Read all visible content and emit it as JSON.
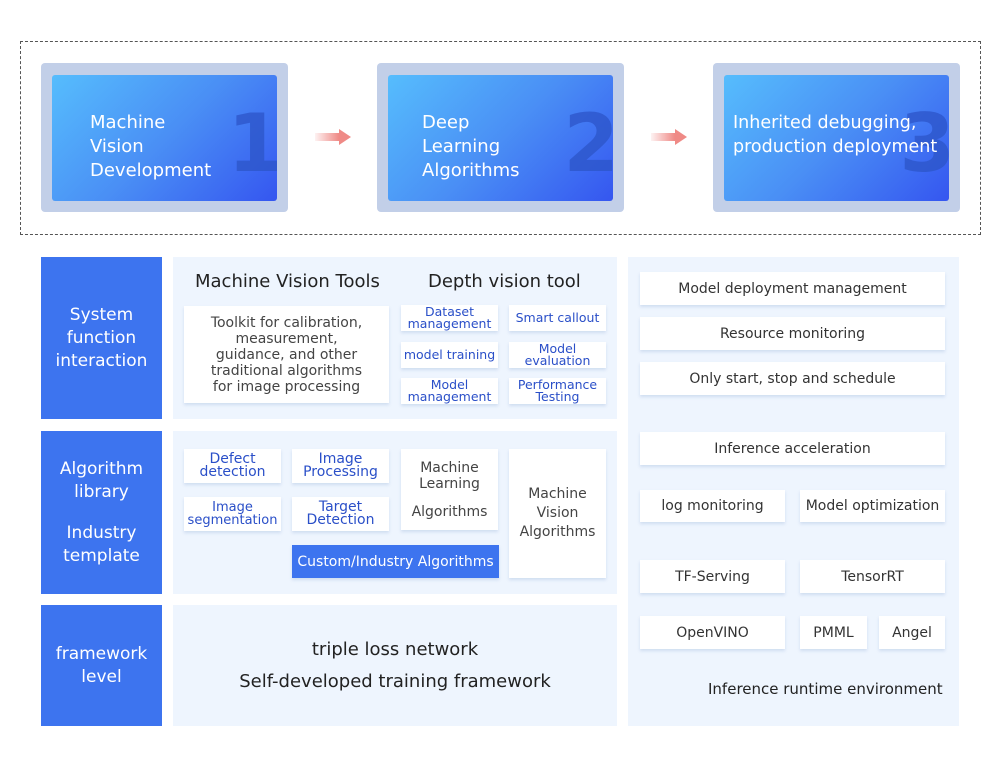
{
  "steps": [
    {
      "num": "1",
      "title": "Machine Vision Development"
    },
    {
      "num": "2",
      "title": "Deep Learning Algorithms"
    },
    {
      "num": "3",
      "title": "Inherited debugging, production deployment"
    }
  ],
  "layers": {
    "system": "System function interaction",
    "algorithm": "Algorithm library",
    "industry": "Industry template",
    "framework": "framework level"
  },
  "system_panel": {
    "mv_title": "Machine Vision Tools",
    "mv_desc": "Toolkit for calibration, measurement, guidance, and other traditional algorithms for image processing",
    "dv_title": "Depth vision tool",
    "dv_items": [
      "Dataset management",
      "Smart callout",
      "model training",
      "Model evaluation",
      "Model management",
      "Performance Testing"
    ]
  },
  "algo_panel": {
    "items": [
      "Defect detection",
      "Image Processing",
      "Image segmentation",
      "Target Detection"
    ],
    "ml": "Machine Learning",
    "ml2": "Algorithms",
    "mv": "Machine Vision Algorithms",
    "custom": "Custom/Industry Algorithms"
  },
  "framework_panel": {
    "line1": "triple loss network",
    "line2": "Self-developed training framework"
  },
  "runtime": {
    "items": [
      "Model deployment management",
      "Resource monitoring",
      "Only start, stop and schedule",
      "Inference acceleration",
      "log monitoring",
      "Model optimization",
      "TF-Serving",
      "TensorRT",
      "OpenVINO",
      "PMML",
      "Angel"
    ],
    "caption": "Inference runtime environment"
  }
}
